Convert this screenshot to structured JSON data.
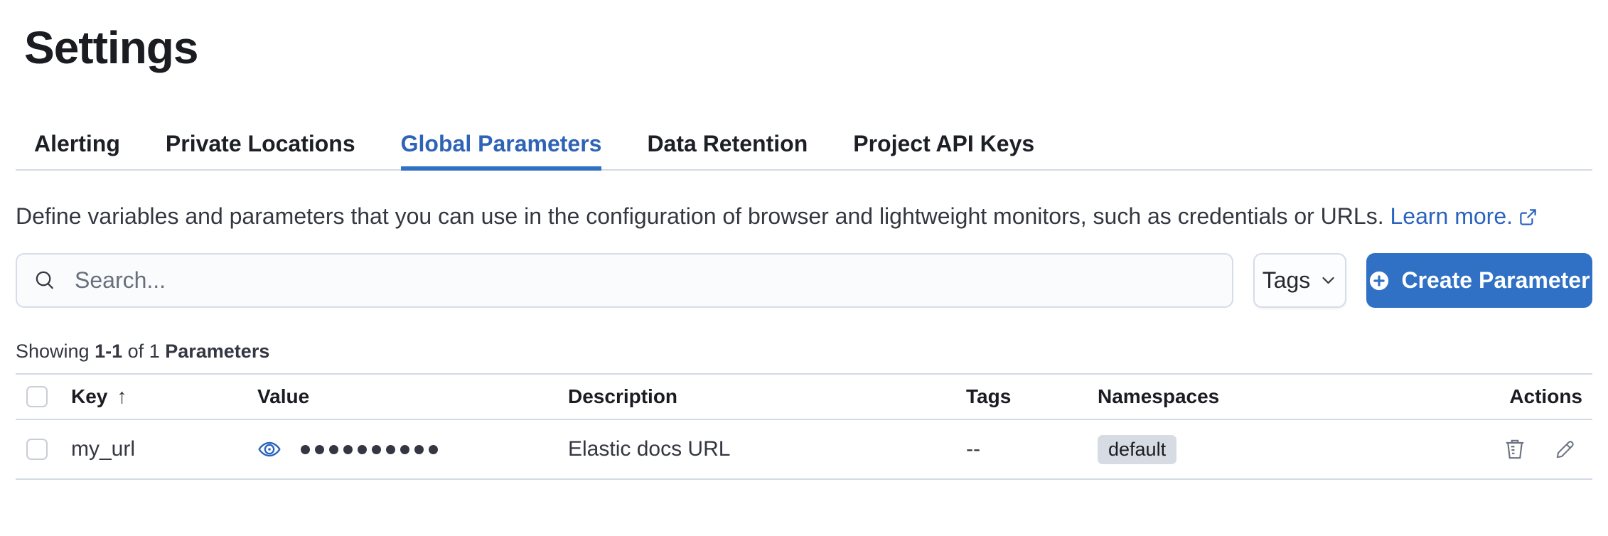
{
  "app": {
    "title": "Settings"
  },
  "tabs": [
    {
      "label": "Alerting",
      "active": false
    },
    {
      "label": "Private Locations",
      "active": false
    },
    {
      "label": "Global Parameters",
      "active": true
    },
    {
      "label": "Data Retention",
      "active": false
    },
    {
      "label": "Project API Keys",
      "active": false
    }
  ],
  "description": {
    "text": "Define variables and parameters that you can use in the configuration of browser and lightweight monitors, such as credentials or URLs.",
    "link_label": "Learn more.",
    "link_icon": "external-link-icon"
  },
  "toolbar": {
    "search_placeholder": "Search...",
    "search_icon": "search-icon",
    "tags_button_label": "Tags",
    "tags_button_icon": "chevron-down-icon",
    "create_button_label": "Create Parameter",
    "create_button_icon": "plus-in-circle-icon"
  },
  "summary": {
    "showing": "Showing",
    "range": "1-1",
    "of": "of",
    "total": "1",
    "entity": "Parameters"
  },
  "table": {
    "columns": [
      "Key",
      "Value",
      "Description",
      "Tags",
      "Namespaces",
      "Actions"
    ],
    "sort": {
      "column": "Key",
      "direction": "ascending",
      "arrow": "↑"
    },
    "rows": [
      {
        "key": "my_url",
        "value_masked": true,
        "value_mask_dot_count": 10,
        "value_reveal_icon": "eye-icon",
        "description": "Elastic docs URL",
        "tags": "--",
        "namespaces": [
          "default"
        ],
        "action_icons": [
          "trash-icon",
          "pencil-icon"
        ]
      }
    ]
  },
  "colors": {
    "accent_blue": "#3071c5",
    "active_tab_blue": "#2f63b6",
    "link_blue": "#2a63bd",
    "heading_text": "#1a1c21",
    "body_text": "#343741",
    "divider": "#d3dae6",
    "badge_background": "#d6dbe4",
    "icon_gray": "#6a7280",
    "placeholder_gray": "#69707d"
  }
}
